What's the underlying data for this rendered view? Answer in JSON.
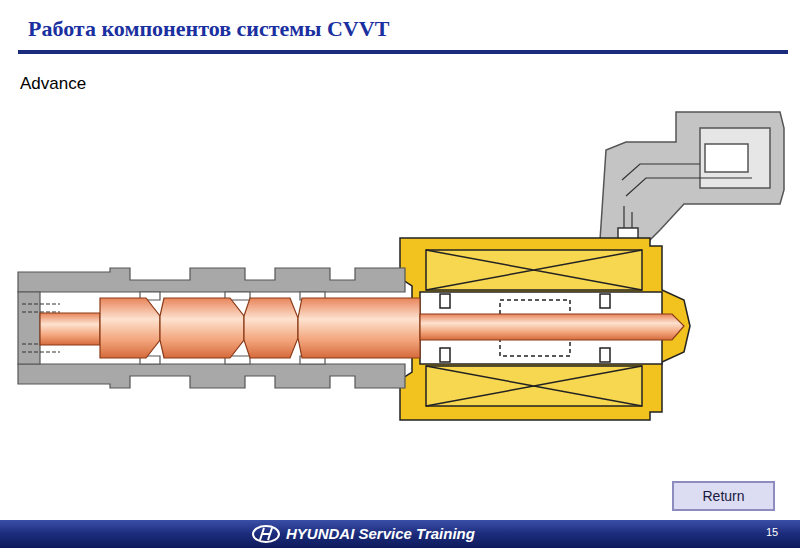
{
  "diagram": {
    "title": "Работа компонентов системы CVVT",
    "nodes": [
      {
        "text": [
          "Return"
        ]
      }
    ],
    "labels": [
      "Advance",
      "HYUNDAI Service Training",
      "15"
    ]
  }
}
